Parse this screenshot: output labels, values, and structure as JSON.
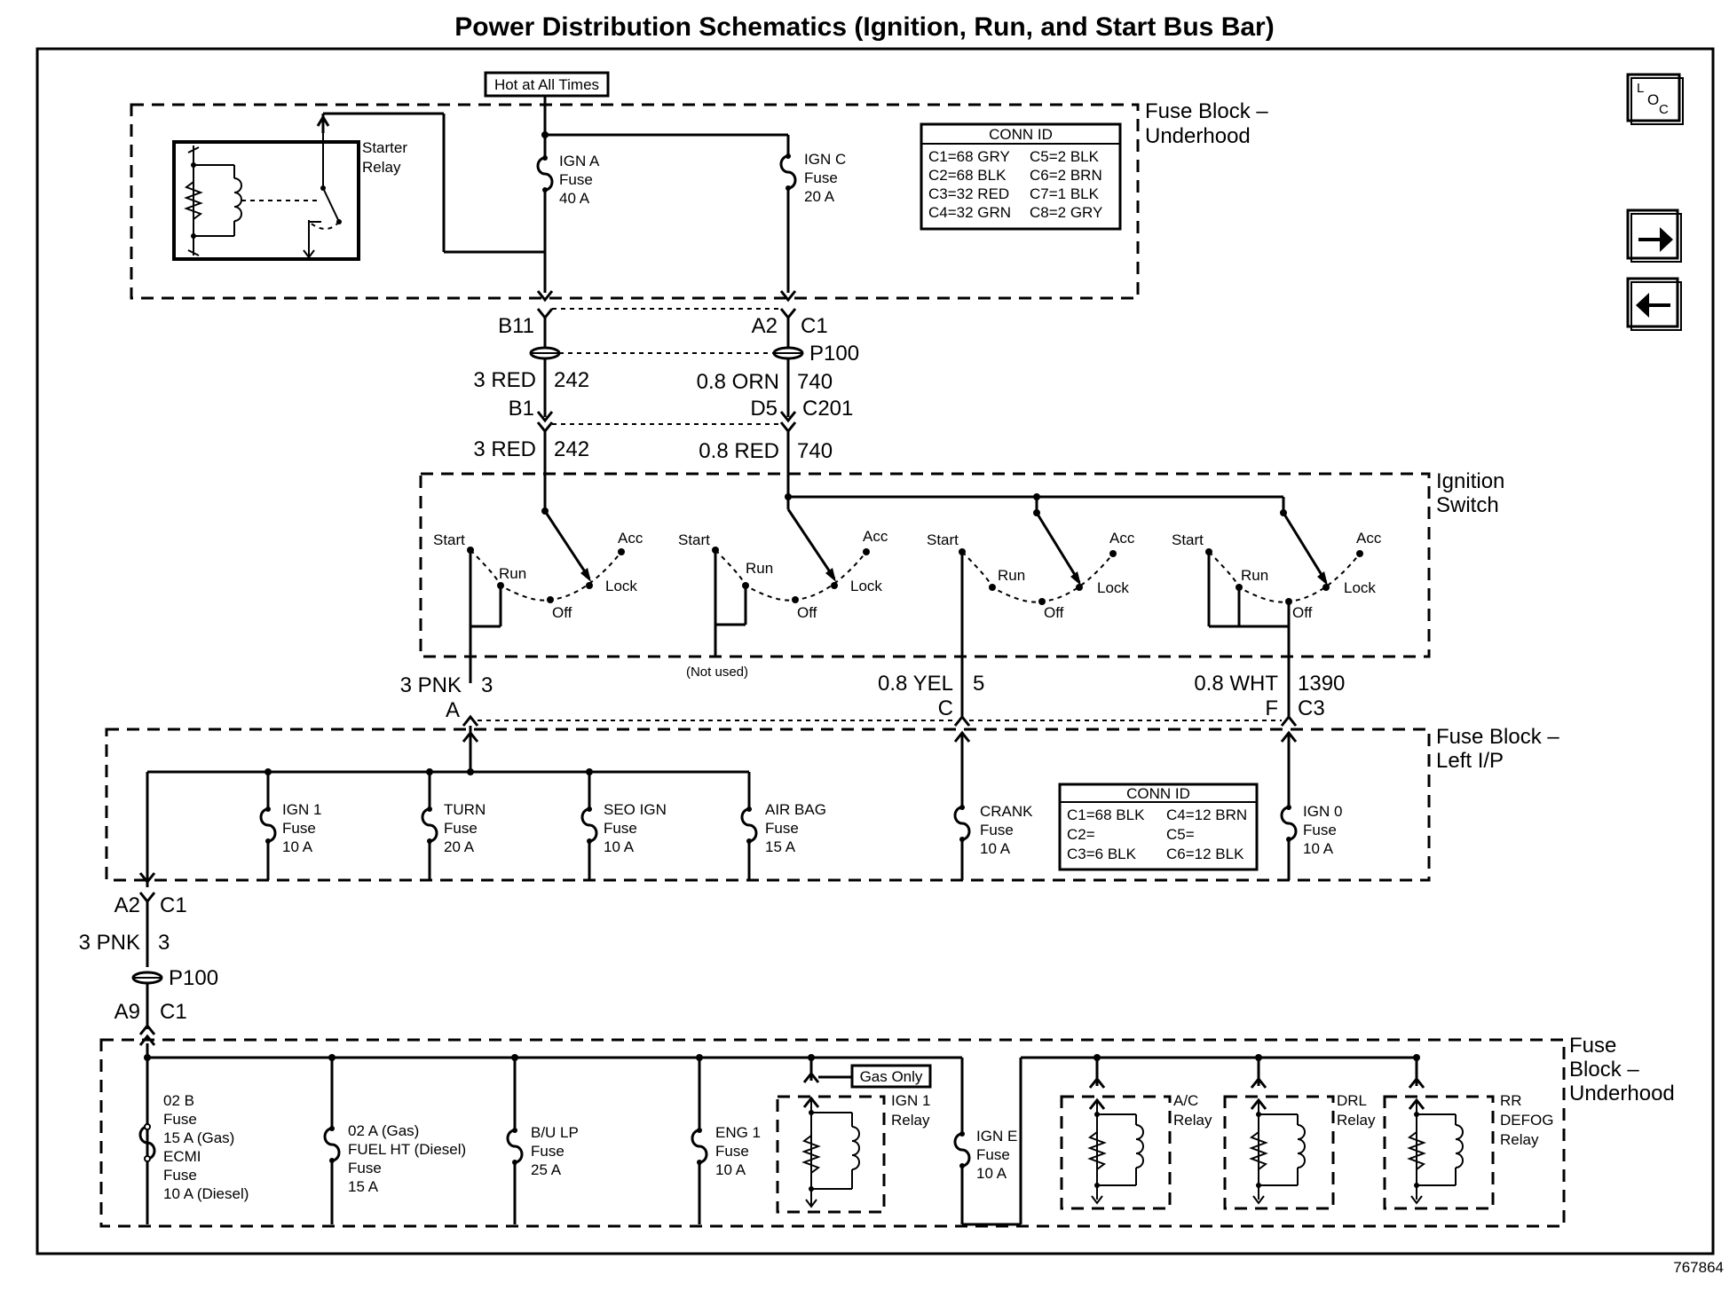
{
  "title": "Power Distribution Schematics (Ignition, Run, and Start Bus Bar)",
  "figure_number": "767864",
  "nav": {
    "loc_top": "L",
    "loc_mid": "O",
    "loc_bot": "C"
  },
  "hot_label": "Hot at All Times",
  "blocks": {
    "underhood_top": [
      "Fuse Block –",
      "Underhood"
    ],
    "ignition_switch": [
      "Ignition",
      "Switch"
    ],
    "left_ip": [
      "Fuse Block –",
      "Left I/P"
    ],
    "underhood_bottom": [
      "Fuse",
      "Block –",
      "Underhood"
    ]
  },
  "starter_relay": [
    "Starter",
    "Relay"
  ],
  "top_fuses": [
    {
      "lines": [
        "IGN A",
        "Fuse",
        "40 A"
      ]
    },
    {
      "lines": [
        "IGN C",
        "Fuse",
        "20 A"
      ]
    }
  ],
  "conn_id_top": {
    "header": "CONN ID",
    "rows": [
      [
        "C1=68 GRY",
        "C5=2 BLK"
      ],
      [
        "C2=68 BLK",
        "C6=2 BRN"
      ],
      [
        "C3=32 RED",
        "C7=1 BLK"
      ],
      [
        "C4=32 GRN",
        "C8=2 GRY"
      ]
    ]
  },
  "wires_top": {
    "b11": "B11",
    "a2": "A2",
    "c1": "C1",
    "p100": "P100",
    "left_color": "3 RED",
    "left_circuit": "242",
    "right_color": "0.8 ORN",
    "right_circuit": "740",
    "b1": "B1",
    "d5": "D5",
    "c201": "C201",
    "left_color2": "3 RED",
    "left_circuit2": "242",
    "right_color2": "0.8 RED",
    "right_circuit2": "740"
  },
  "switch_positions": {
    "start": "Start",
    "run": "Run",
    "off": "Off",
    "lock": "Lock",
    "acc": "Acc"
  },
  "not_used": "(Not used)",
  "wires_mid": {
    "w1_color": "3 PNK",
    "w1_circuit": "3",
    "w1_pin": "A",
    "w2_color": "0.8 YEL",
    "w2_circuit": "5",
    "w2_pin": "C",
    "w3_color": "0.8 WHT",
    "w3_circuit": "1390",
    "w3_pin": "F",
    "w3_conn": "C3"
  },
  "ip_fuses": [
    {
      "lines": [
        "IGN 1",
        "Fuse",
        "10 A"
      ]
    },
    {
      "lines": [
        "TURN",
        "Fuse",
        "20 A"
      ]
    },
    {
      "lines": [
        "SEO IGN",
        "Fuse",
        "10 A"
      ]
    },
    {
      "lines": [
        "AIR BAG",
        "Fuse",
        "15 A"
      ]
    },
    {
      "lines": [
        "CRANK",
        "Fuse",
        "10 A"
      ]
    },
    {
      "lines": [
        "IGN 0",
        "Fuse",
        "10 A"
      ]
    }
  ],
  "conn_id_ip": {
    "header": "CONN ID",
    "rows": [
      [
        "C1=68 BLK",
        "C4=12 BRN"
      ],
      [
        "C2=",
        "C5="
      ],
      [
        "C3=6 BLK",
        "C6=12 BLK"
      ]
    ]
  },
  "wires_low": {
    "a2": "A2",
    "c1": "C1",
    "color": "3 PNK",
    "circuit": "3",
    "p100": "P100",
    "a9": "A9",
    "c1b": "C1"
  },
  "bottom_fuses": [
    {
      "lines": [
        "02 B",
        "Fuse",
        "15 A (Gas)",
        "ECMI",
        "Fuse",
        "10 A (Diesel)"
      ]
    },
    {
      "lines": [
        "02 A (Gas)",
        "FUEL HT (Diesel)",
        "Fuse",
        "15 A"
      ]
    },
    {
      "lines": [
        "B/U LP",
        "Fuse",
        "25 A"
      ]
    },
    {
      "lines": [
        "ENG 1",
        "Fuse",
        "10 A"
      ]
    },
    {
      "lines": [
        "IGN E",
        "Fuse",
        "10 A"
      ]
    }
  ],
  "gas_only": "Gas Only",
  "relays": [
    {
      "lines": [
        "IGN 1",
        "Relay"
      ]
    },
    {
      "lines": [
        "A/C",
        "Relay"
      ]
    },
    {
      "lines": [
        "DRL",
        "Relay"
      ]
    },
    {
      "lines": [
        "RR",
        "DEFOG",
        "Relay"
      ]
    }
  ]
}
